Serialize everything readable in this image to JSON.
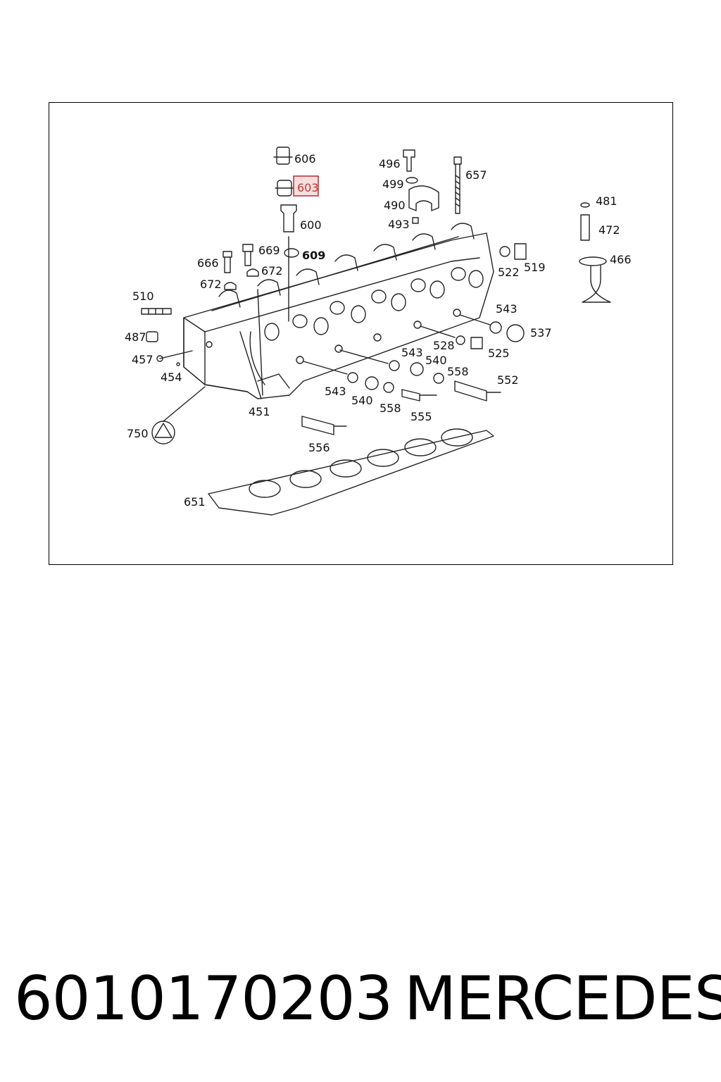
{
  "diagram": {
    "highlighted_part": "603",
    "callouts": [
      {
        "id": "c606",
        "text": "606"
      },
      {
        "id": "c603",
        "text": "603"
      },
      {
        "id": "c600",
        "text": "600"
      },
      {
        "id": "c609",
        "text": "609"
      },
      {
        "id": "c496",
        "text": "496"
      },
      {
        "id": "c499",
        "text": "499"
      },
      {
        "id": "c490",
        "text": "490"
      },
      {
        "id": "c493",
        "text": "493"
      },
      {
        "id": "c657",
        "text": "657"
      },
      {
        "id": "c481",
        "text": "481"
      },
      {
        "id": "c472",
        "text": "472"
      },
      {
        "id": "c466",
        "text": "466"
      },
      {
        "id": "c666",
        "text": "666"
      },
      {
        "id": "c669",
        "text": "669"
      },
      {
        "id": "c672a",
        "text": "672"
      },
      {
        "id": "c672b",
        "text": "672"
      },
      {
        "id": "c522",
        "text": "522"
      },
      {
        "id": "c519",
        "text": "519"
      },
      {
        "id": "c510",
        "text": "510"
      },
      {
        "id": "c543a",
        "text": "543"
      },
      {
        "id": "c537",
        "text": "537"
      },
      {
        "id": "c487",
        "text": "487"
      },
      {
        "id": "c528",
        "text": "528"
      },
      {
        "id": "c525",
        "text": "525"
      },
      {
        "id": "c457",
        "text": "457"
      },
      {
        "id": "c543b",
        "text": "543"
      },
      {
        "id": "c540a",
        "text": "540"
      },
      {
        "id": "c454",
        "text": "454"
      },
      {
        "id": "c558a",
        "text": "558"
      },
      {
        "id": "c552",
        "text": "552"
      },
      {
        "id": "c543c",
        "text": "543"
      },
      {
        "id": "c540b",
        "text": "540"
      },
      {
        "id": "c558b",
        "text": "558"
      },
      {
        "id": "c451",
        "text": "451"
      },
      {
        "id": "c555",
        "text": "555"
      },
      {
        "id": "c750",
        "text": "750"
      },
      {
        "id": "c556",
        "text": "556"
      },
      {
        "id": "c651",
        "text": "651"
      }
    ]
  },
  "footer": {
    "part_number": "6010170203",
    "brand": "MERCEDES"
  },
  "colors": {
    "line": "#222222",
    "highlight_border": "#c0393b",
    "highlight_fill": "#f6dede",
    "background": "#ffffff"
  }
}
